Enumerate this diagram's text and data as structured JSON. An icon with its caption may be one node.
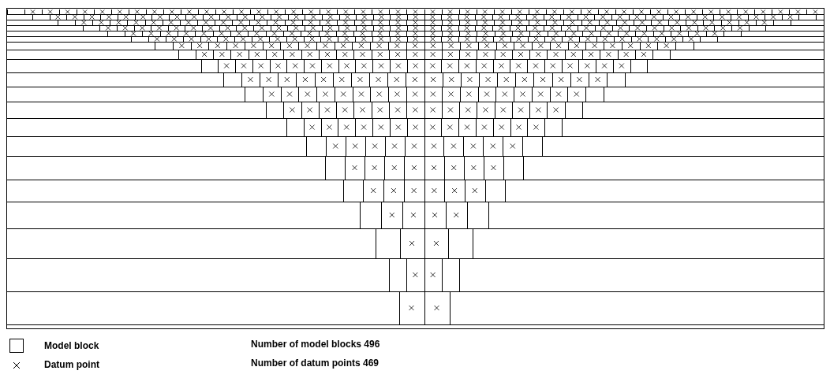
{
  "diagram": {
    "labels": [
      "Number of model blocks 496",
      "Number of datum points 469"
    ],
    "legend": [
      {
        "text": "Model block"
      },
      {
        "text": "Datum point"
      }
    ]
  }
}
